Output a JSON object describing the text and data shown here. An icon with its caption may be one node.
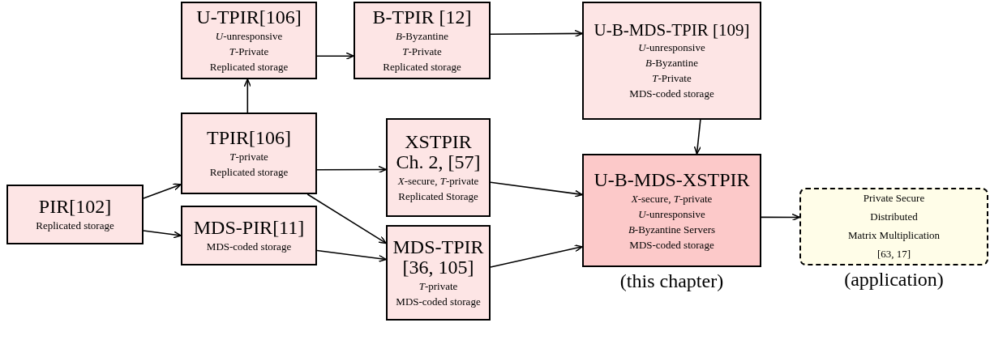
{
  "diagram": {
    "nodes": [
      {
        "text": [
          "PIR[102]",
          "Replicated storage"
        ]
      },
      {
        "text": [
          "U-TPIR[106]",
          "*U*-unresponsive",
          "*T*-Private",
          "Replicated storage"
        ]
      },
      {
        "text": [
          "TPIR[106]",
          "*T*-private",
          "Replicated storage"
        ]
      },
      {
        "text": [
          "MDS-PIR[11]",
          "MDS-coded storage"
        ]
      },
      {
        "text": [
          "B-TPIR [12]",
          "*B*-Byzantine",
          "*T*-Private",
          "Replicated storage"
        ]
      },
      {
        "text": [
          "XSTPIR Ch. 2, [57]",
          "*X*-secure, *T*-private",
          "Replicated Storage"
        ]
      },
      {
        "text": [
          "MDS-TPIR [36, 105]",
          "*T*-private",
          "MDS-coded storage"
        ]
      },
      {
        "text": [
          "U-B-MDS-TPIR [109]",
          "*U*-unresponsive",
          "*B*-Byzantine",
          "*T*-Private",
          "MDS-coded storage"
        ]
      },
      {
        "text": [
          "U-B-MDS-XSTPIR",
          "*X*-secure, *T*-private",
          "*U*-unresponsive",
          "*B*-Byzantine Servers",
          "MDS-coded storage"
        ],
        "beside": [
          "(this chapter)"
        ]
      },
      {
        "text": [
          "Private Secure",
          "Distributed",
          "Matrix Multiplication",
          "[63, 17]"
        ],
        "beside": [
          "(application)"
        ]
      }
    ],
    "edges": [
      {
        "from": 0,
        "to": 2,
        "arrow": "to"
      },
      {
        "from": 0,
        "to": 3,
        "arrow": "to"
      },
      {
        "from": 2,
        "to": 1,
        "arrow": "to"
      },
      {
        "from": 1,
        "to": 4,
        "arrow": "to"
      },
      {
        "from": 4,
        "to": 7,
        "arrow": "to"
      },
      {
        "from": 2,
        "to": 5,
        "arrow": "to"
      },
      {
        "from": 2,
        "to": 6,
        "arrow": "to"
      },
      {
        "from": 3,
        "to": 6,
        "arrow": "to"
      },
      {
        "from": 5,
        "to": 8,
        "arrow": "to"
      },
      {
        "from": 6,
        "to": 8,
        "arrow": "to"
      },
      {
        "from": 7,
        "to": 8,
        "arrow": "to"
      },
      {
        "from": 8,
        "to": 9,
        "arrow": "to"
      }
    ]
  }
}
